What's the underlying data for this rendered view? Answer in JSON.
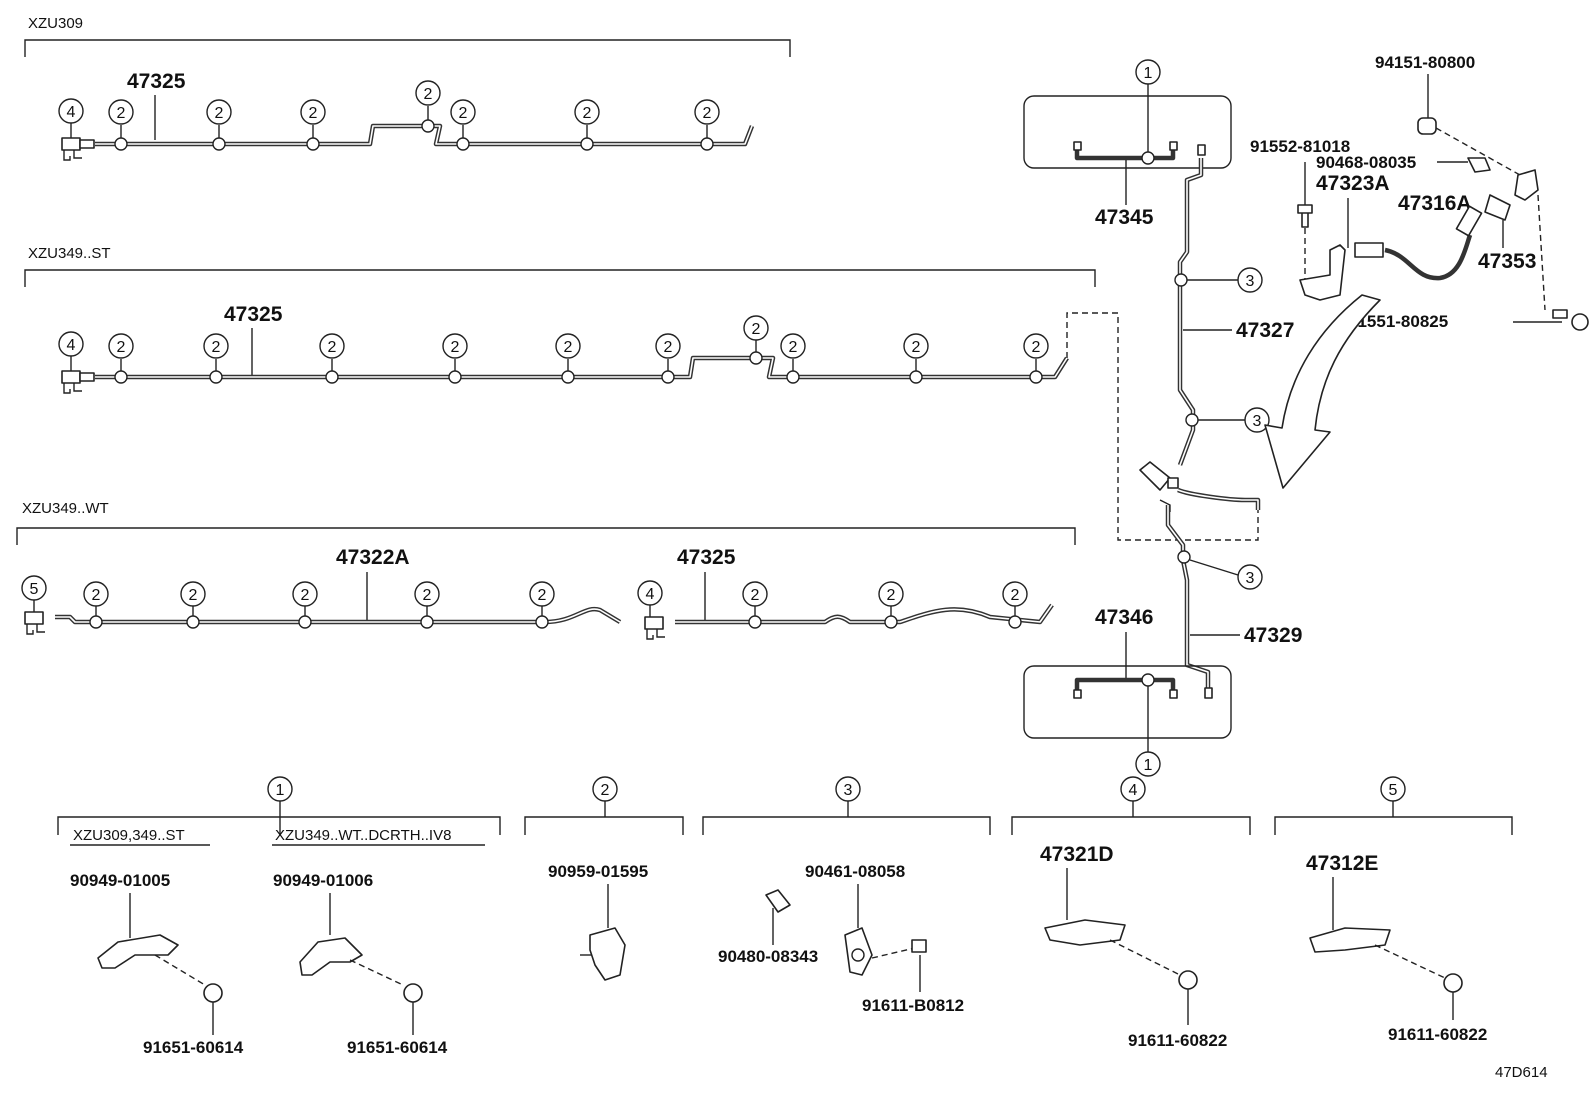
{
  "group_labels": {
    "xzu309": "XZU309",
    "xzu349_st": "XZU349..ST",
    "xzu349_wt": "XZU349..WT"
  },
  "part_numbers": {
    "p47325_a": "47325",
    "p47325_b": "47325",
    "p47322a": "47322A",
    "p47325_c": "47325",
    "p47345": "47345",
    "p47327": "47327",
    "p47329": "47329",
    "p47346": "47346",
    "p94151_80800": "94151-80800",
    "p91552_81018": "91552-81018",
    "p90468_08035": "90468-08035",
    "p47323a": "47323A",
    "p47316a": "47316A",
    "p47353": "47353",
    "p91551_80825": "91551-80825"
  },
  "callouts": {
    "c1": "1",
    "c2": "2",
    "c3": "3",
    "c4": "4",
    "c5": "5"
  },
  "legend": {
    "sub1_a": "XZU309,349..ST",
    "sub1_b": "XZU349..WT..DCRTH..IV8",
    "l1_a_part": "90949-01005",
    "l1_a_bolt": "91651-60614",
    "l1_b_part": "90949-01006",
    "l1_b_bolt": "91651-60614",
    "l2_part": "90959-01595",
    "l3_part": "90461-08058",
    "l3_collar": "90480-08343",
    "l3_bolt": "91611-B0812",
    "l4_part": "47321D",
    "l4_bolt": "91611-60822",
    "l5_part": "47312E",
    "l5_bolt": "91611-60822"
  },
  "diagram_code": "47D614"
}
